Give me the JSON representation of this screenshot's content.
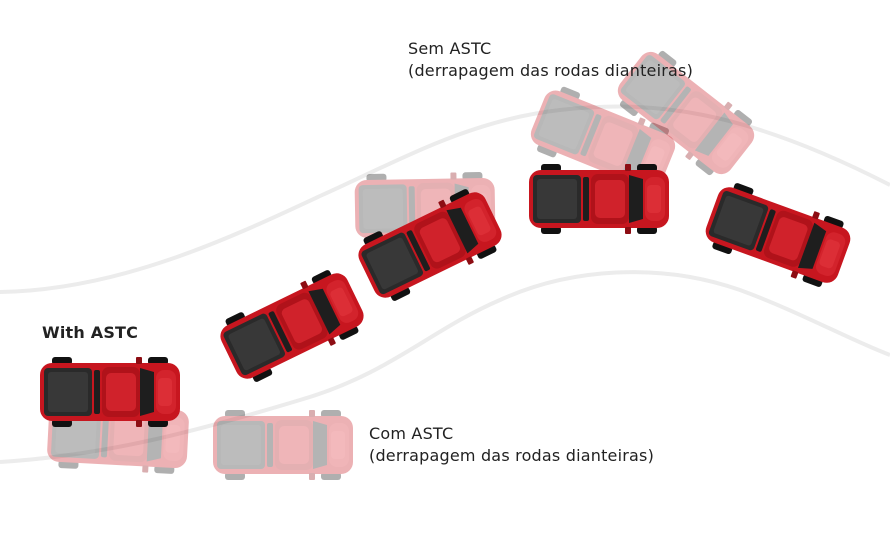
{
  "labels": {
    "without_astc_line1": "Sem ASTC",
    "without_astc_line2": "(derrapagem das rodas dianteiras)",
    "with_astc": "With ASTC",
    "com_astc_line1": "Com ASTC",
    "com_astc_line2": "(derrapagem das rodas dianteiras)"
  },
  "colors": {
    "vehicle_body": "#c7161f",
    "vehicle_dark": "#7d0c10",
    "vehicle_light": "#e2363e",
    "cabin_glass": "#1e1e1e",
    "bed": "#2a2a2a",
    "track": "#ececec",
    "ghost_body": "#d9d9d9",
    "ghost_red": "#f2b4b6"
  }
}
